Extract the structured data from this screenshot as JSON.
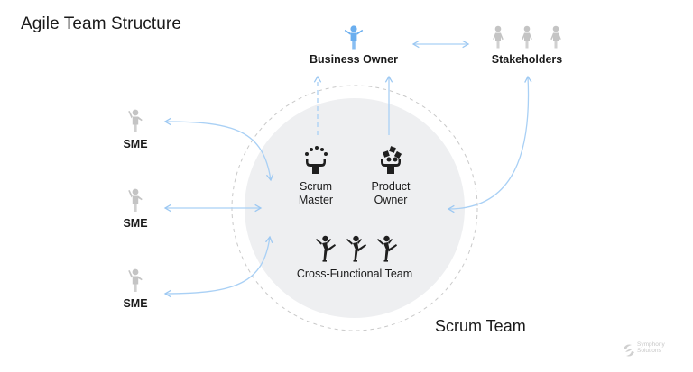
{
  "title": "Agile Team Structure",
  "business_owner": "Business Owner",
  "stakeholders": "Stakeholders",
  "sme_labels": [
    "SME",
    "SME",
    "SME"
  ],
  "scrum_master": [
    "Scrum",
    "Master"
  ],
  "product_owner": [
    "Product",
    "Owner"
  ],
  "cross_functional_team": "Cross-Functional Team",
  "scrum_team": "Scrum Team",
  "logo": [
    "Symphony",
    "Solutions"
  ],
  "colors": {
    "accent_blue": "#6aaeef",
    "arrow_blue": "#a9d0f5",
    "gray_figure": "#c4c4c4",
    "circle_fill": "#eeeff1",
    "dashed_ring": "#c9c9c9",
    "dark_icon": "#1f1f1f"
  }
}
